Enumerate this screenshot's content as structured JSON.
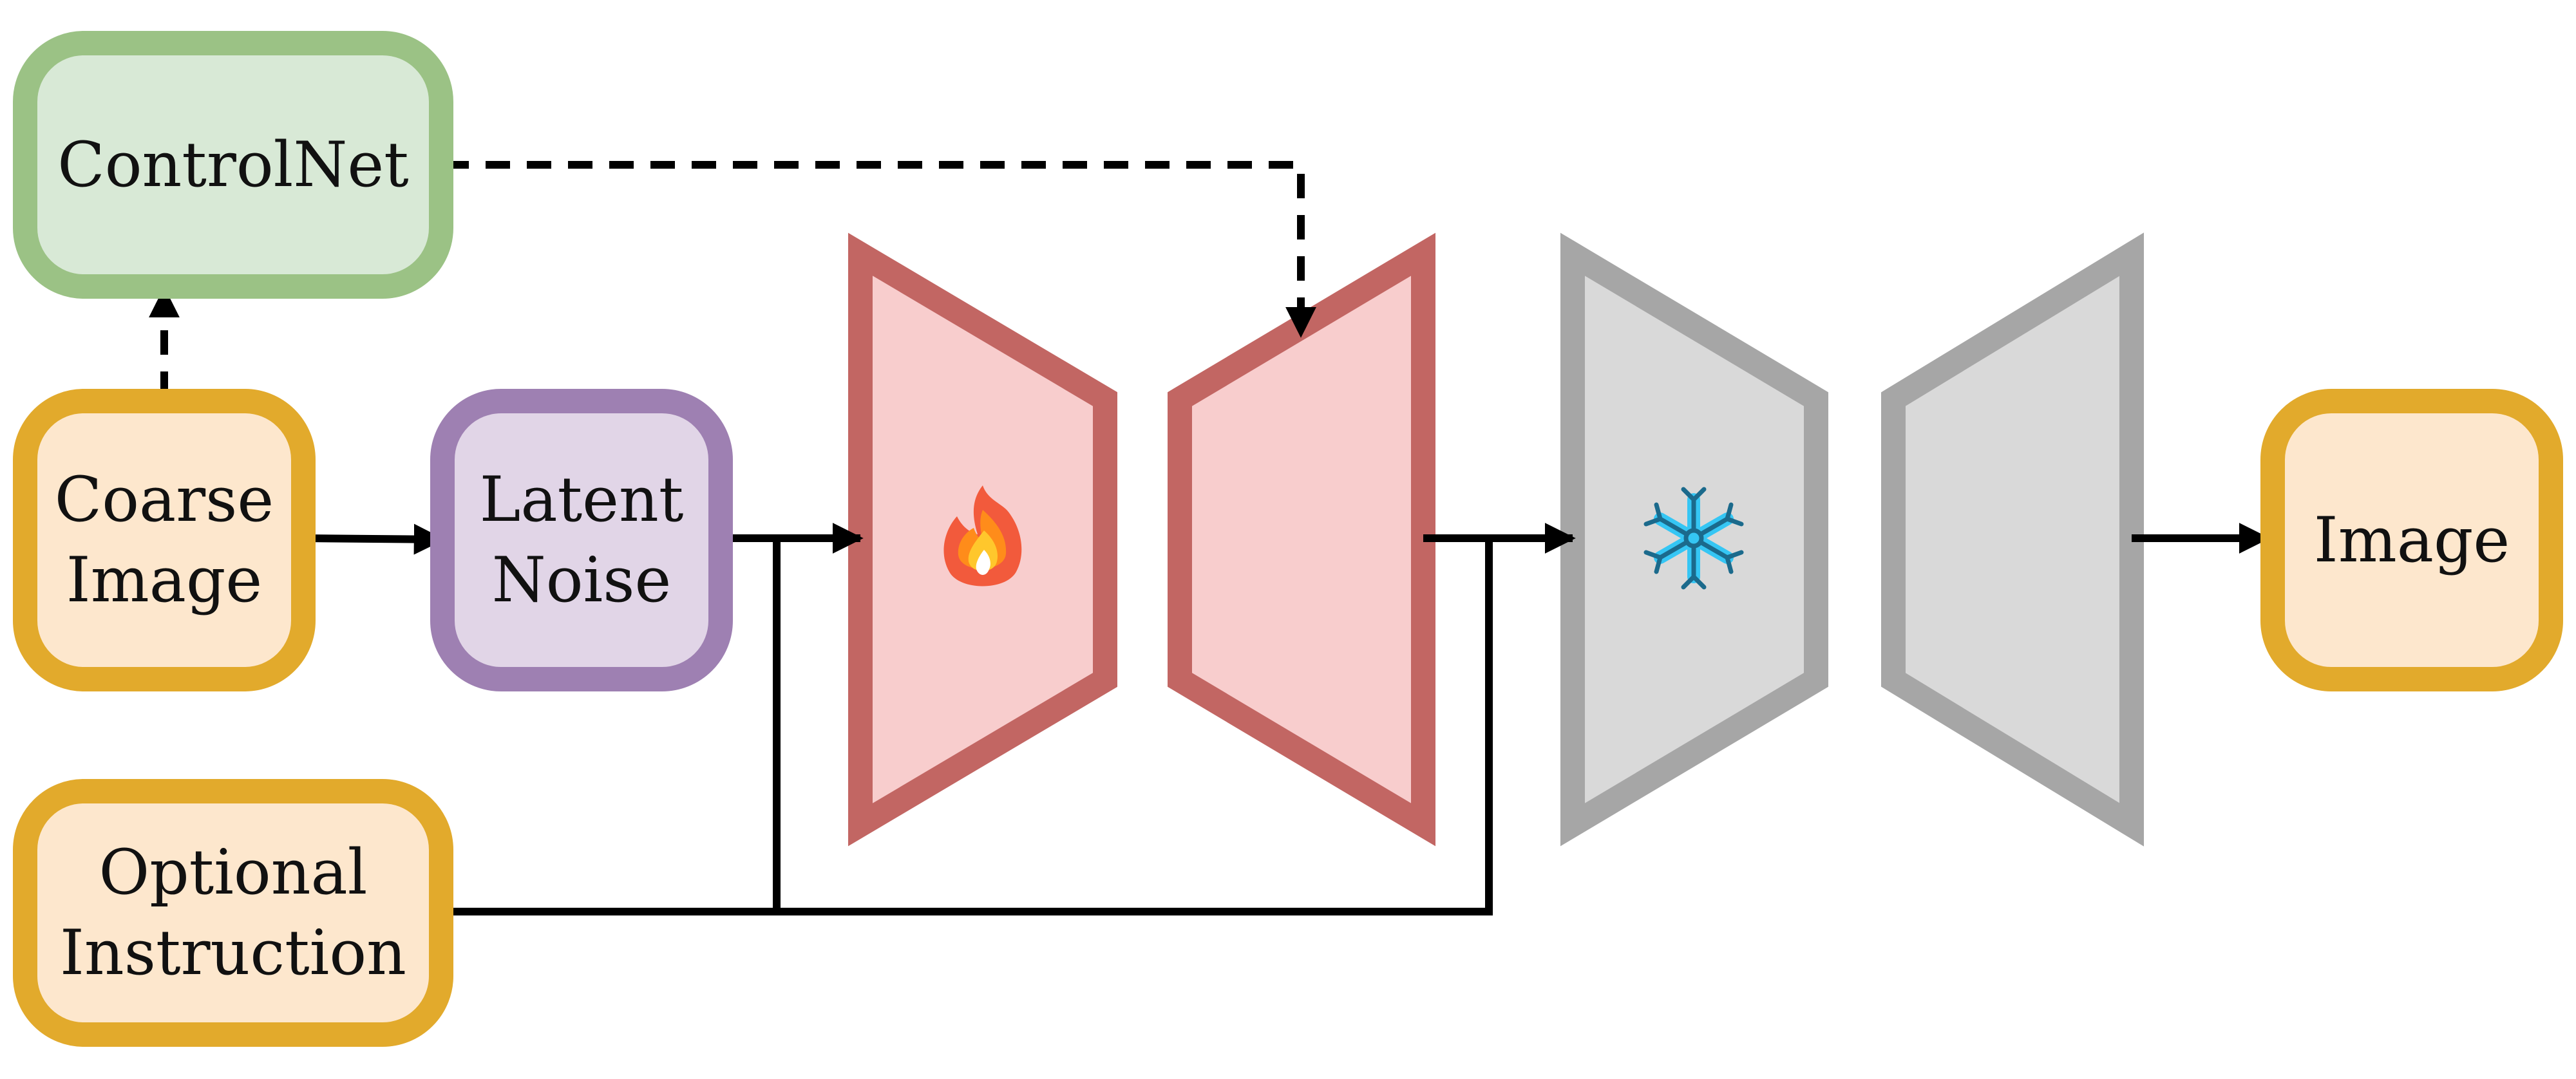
{
  "colors": {
    "controlnet_border": "#9bc285",
    "controlnet_fill": "#d8e9d6",
    "io_border": "#e2aa2c",
    "io_fill": "#fde7cd",
    "latent_border": "#9e80b2",
    "latent_fill": "#e1d5e7",
    "trainable_border": "#c26663",
    "trainable_fill": "#f8cdcd",
    "frozen_border": "#a6a6a6",
    "frozen_fill": "#d9d9d9",
    "arrow": "#000000"
  },
  "nodes": {
    "controlnet": {
      "lines": [
        "ControlNet"
      ]
    },
    "coarse_image": {
      "lines": [
        "Coarse",
        "Image"
      ]
    },
    "latent_noise": {
      "lines": [
        "Latent",
        "Noise"
      ]
    },
    "optional_instruction": {
      "lines": [
        "Optional",
        "Instruction"
      ]
    },
    "output_image": {
      "lines": [
        "Image"
      ]
    }
  },
  "icons": {
    "trainable": "fire-icon",
    "frozen": "snowflake-icon"
  }
}
